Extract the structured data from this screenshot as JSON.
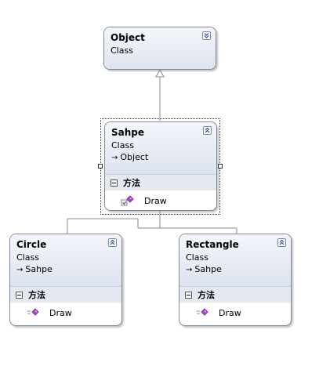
{
  "classes": {
    "object": {
      "name": "Object",
      "kind": "Class"
    },
    "sahpe": {
      "name": "Sahpe",
      "kind": "Class",
      "base": "Object",
      "section": "方法",
      "members": [
        "Draw"
      ]
    },
    "circle": {
      "name": "Circle",
      "kind": "Class",
      "base": "Sahpe",
      "section": "方法",
      "members": [
        "Draw"
      ]
    },
    "rectangle": {
      "name": "Rectangle",
      "kind": "Class",
      "base": "Sahpe",
      "section": "方法",
      "members": [
        "Draw"
      ]
    }
  },
  "icons": {
    "collapse": "double-chevron-up-icon",
    "expand": "double-chevron-down-icon",
    "inheritance_arrow": "→",
    "method": "method-icon",
    "section_toggle": "minus-box-icon"
  },
  "colors": {
    "header_top": "#f4f6fb",
    "header_bottom": "#dde3ef",
    "border": "#7f8a99",
    "section_bg": "#e4e8f1",
    "method_icon": "#9b3fb8"
  }
}
